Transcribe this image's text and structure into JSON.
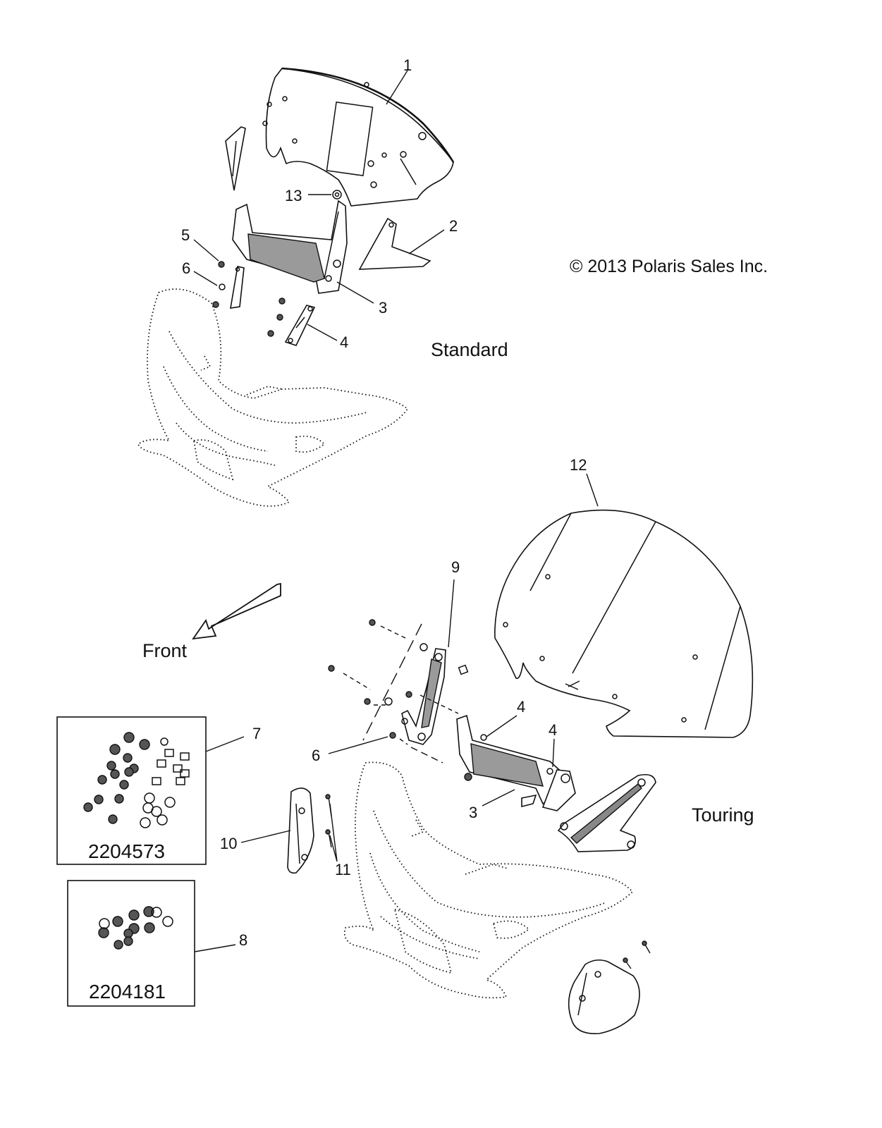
{
  "copyright": "© 2013 Polaris Sales Inc.",
  "sections": {
    "standard": "Standard",
    "touring": "Touring",
    "front": "Front"
  },
  "callouts": {
    "c1": "1",
    "c2": "2",
    "c3a": "3",
    "c4a": "4",
    "c5": "5",
    "c6a": "6",
    "c13": "13",
    "c12": "12",
    "c9": "9",
    "c4b": "4",
    "c4c": "4",
    "c6b": "6",
    "c3b": "3",
    "c7": "7",
    "c8": "8",
    "c10": "10",
    "c11": "11"
  },
  "kits": {
    "kit7": "2204573",
    "kit8": "2204181"
  }
}
